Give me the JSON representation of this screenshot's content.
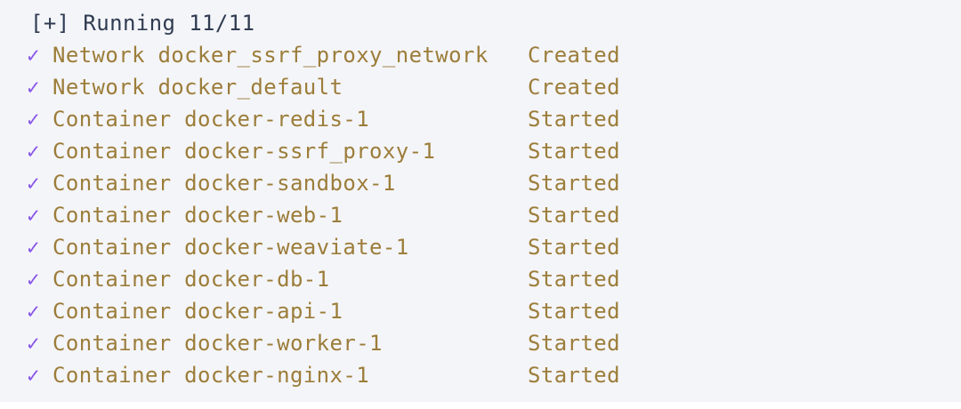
{
  "colors": {
    "page_background": "#ffffff",
    "terminal_background": "#f4f5f9",
    "header_text": "#2f3b50",
    "body_text": "#9c7d3a",
    "check_icon": "#8757e8"
  },
  "terminal": {
    "header": "[+] Running 11/11",
    "check_glyph": "✓",
    "rows": [
      {
        "kind": "Network",
        "name": "docker_ssrf_proxy_network",
        "status": "Created"
      },
      {
        "kind": "Network",
        "name": "docker_default",
        "status": "Created"
      },
      {
        "kind": "Container",
        "name": "docker-redis-1",
        "status": "Started"
      },
      {
        "kind": "Container",
        "name": "docker-ssrf_proxy-1",
        "status": "Started"
      },
      {
        "kind": "Container",
        "name": "docker-sandbox-1",
        "status": "Started"
      },
      {
        "kind": "Container",
        "name": "docker-web-1",
        "status": "Started"
      },
      {
        "kind": "Container",
        "name": "docker-weaviate-1",
        "status": "Started"
      },
      {
        "kind": "Container",
        "name": "docker-db-1",
        "status": "Started"
      },
      {
        "kind": "Container",
        "name": "docker-api-1",
        "status": "Started"
      },
      {
        "kind": "Container",
        "name": "docker-worker-1",
        "status": "Started"
      },
      {
        "kind": "Container",
        "name": "docker-nginx-1",
        "status": "Started"
      }
    ]
  }
}
